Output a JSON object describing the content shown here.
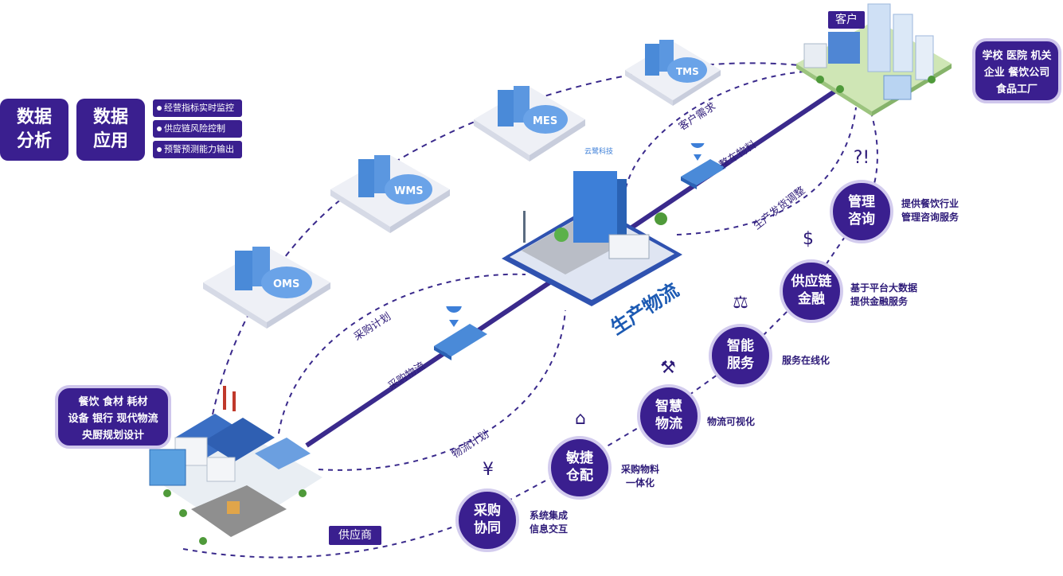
{
  "analysis": {
    "line1": "数据",
    "line2": "分析"
  },
  "application": {
    "line1": "数据",
    "line2": "应用"
  },
  "app_items": [
    "经营指标实时监控",
    "供应链风险控制",
    "预警预测能力输出"
  ],
  "customer": {
    "label": "客户",
    "types": [
      "学校 医院 机关",
      "企业 餐饮公司",
      "食品工厂"
    ]
  },
  "supplier": {
    "label": "供应商",
    "types": [
      "餐饮 食材 耗材",
      "设备 银行 现代物流",
      "央厨规划设计"
    ]
  },
  "systems": [
    "OMS",
    "WMS",
    "MES",
    "TMS"
  ],
  "center": {
    "label": "生产物流",
    "logo_text": "云鹭科技"
  },
  "flows": {
    "vehicle_material": "整车物料",
    "customer_demand": "客户需求",
    "production_adjust": "生产发货调整",
    "purchase_plan": "采购计划",
    "purchase_logistics": "采购物流",
    "logistics_plan": "物流计划"
  },
  "services": [
    {
      "line1": "采购",
      "line2": "协同",
      "icon": "yen-hand-icon",
      "desc": [
        "系统集成",
        "信息交互"
      ]
    },
    {
      "line1": "敏捷",
      "line2": "仓配",
      "icon": "warehouse-icon",
      "desc": [
        "采购物料",
        "一体化"
      ]
    },
    {
      "line1": "智慧",
      "line2": "物流",
      "icon": "forklift-icon",
      "desc": [
        "物流可视化"
      ]
    },
    {
      "line1": "智能",
      "line2": "服务",
      "icon": "service-scale-icon",
      "desc": [
        "服务在线化"
      ]
    },
    {
      "line1": "供应链",
      "line2": "金融",
      "icon": "finance-icon",
      "desc": [
        "基于平台大数据",
        "提供金融服务"
      ]
    },
    {
      "line1": "管理",
      "line2": "咨询",
      "icon": "consult-icon",
      "desc": [
        "提供餐饮行业",
        "管理咨询服务"
      ]
    }
  ],
  "colors": {
    "primary": "#3a1f8f",
    "accent_blue": "#3d7fd8",
    "dash": "#3a2a8c",
    "halo": "#d3ccee"
  }
}
